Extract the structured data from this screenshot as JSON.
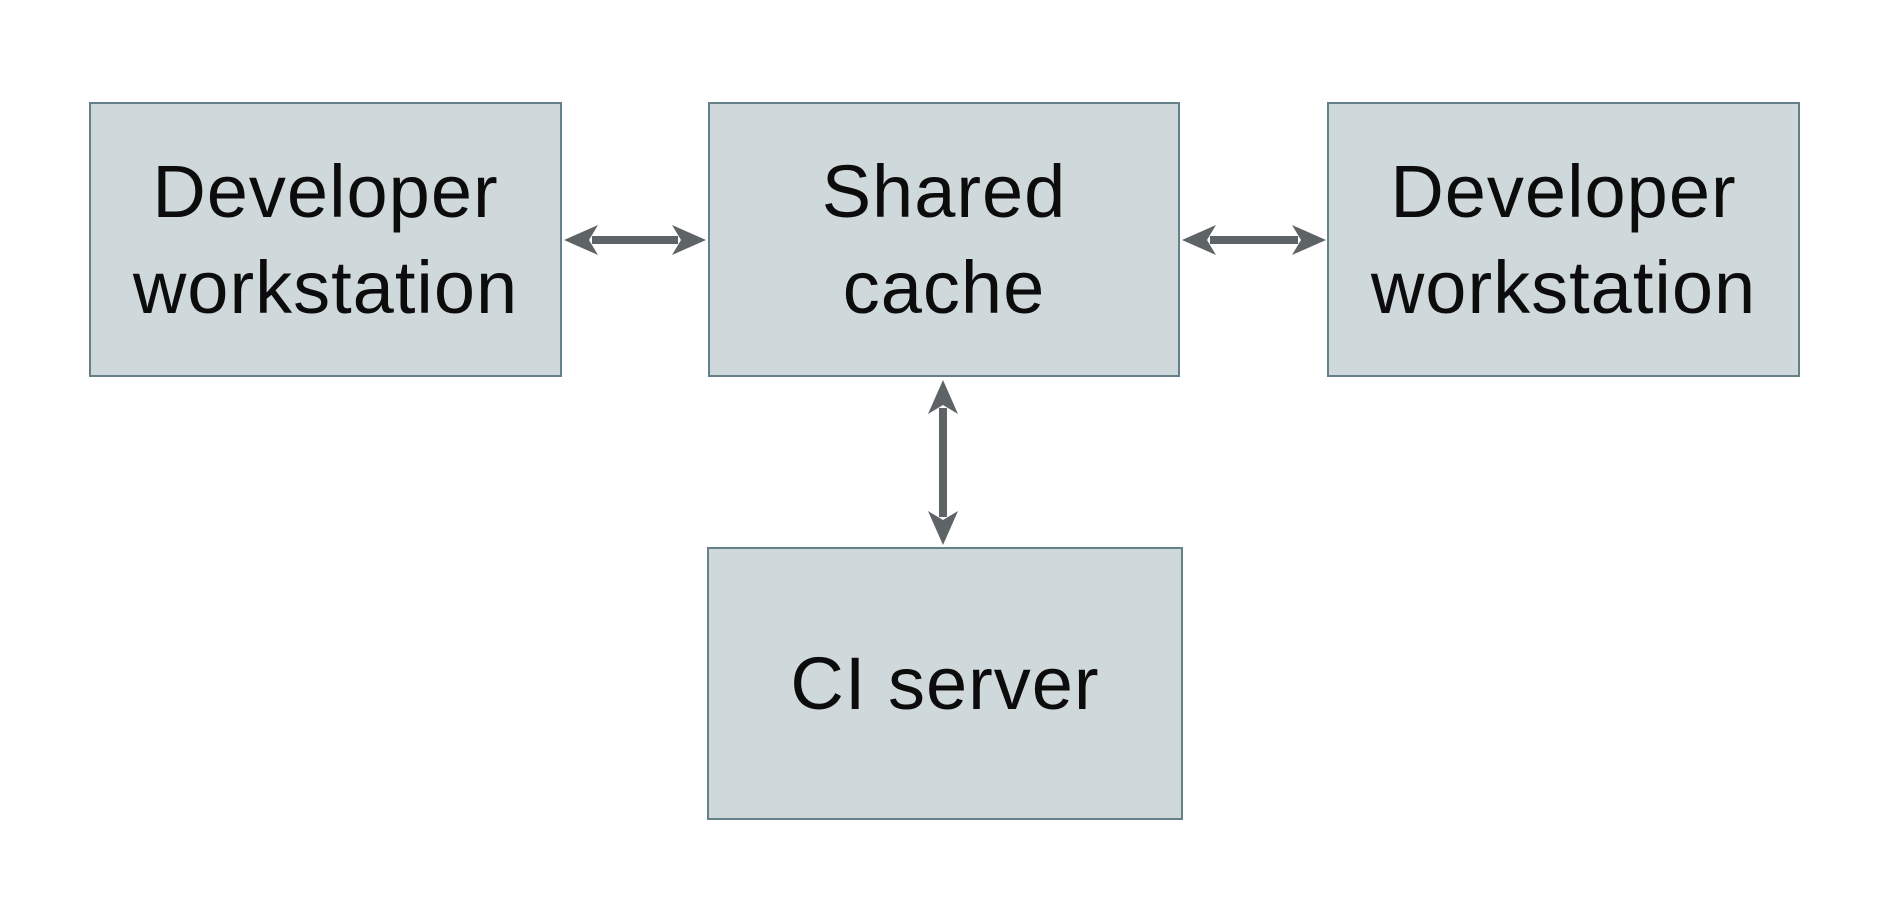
{
  "diagram": {
    "type": "architecture-diagram",
    "nodes": [
      {
        "id": "developer-workstation-left",
        "label": "Developer\nworkstation"
      },
      {
        "id": "shared-cache",
        "label": "Shared\ncache"
      },
      {
        "id": "developer-workstation-right",
        "label": "Developer\nworkstation"
      },
      {
        "id": "ci-server",
        "label": "CI server"
      }
    ],
    "edges": [
      {
        "from": "developer-workstation-left",
        "to": "shared-cache",
        "direction": "bidirectional"
      },
      {
        "from": "shared-cache",
        "to": "developer-workstation-right",
        "direction": "bidirectional"
      },
      {
        "from": "shared-cache",
        "to": "ci-server",
        "direction": "bidirectional"
      }
    ]
  },
  "colors": {
    "node-fill": "#cfd8da",
    "node-border": "#66808a",
    "arrow": "#5e6366",
    "text": "#0c0c0c",
    "background": "#ffffff"
  }
}
